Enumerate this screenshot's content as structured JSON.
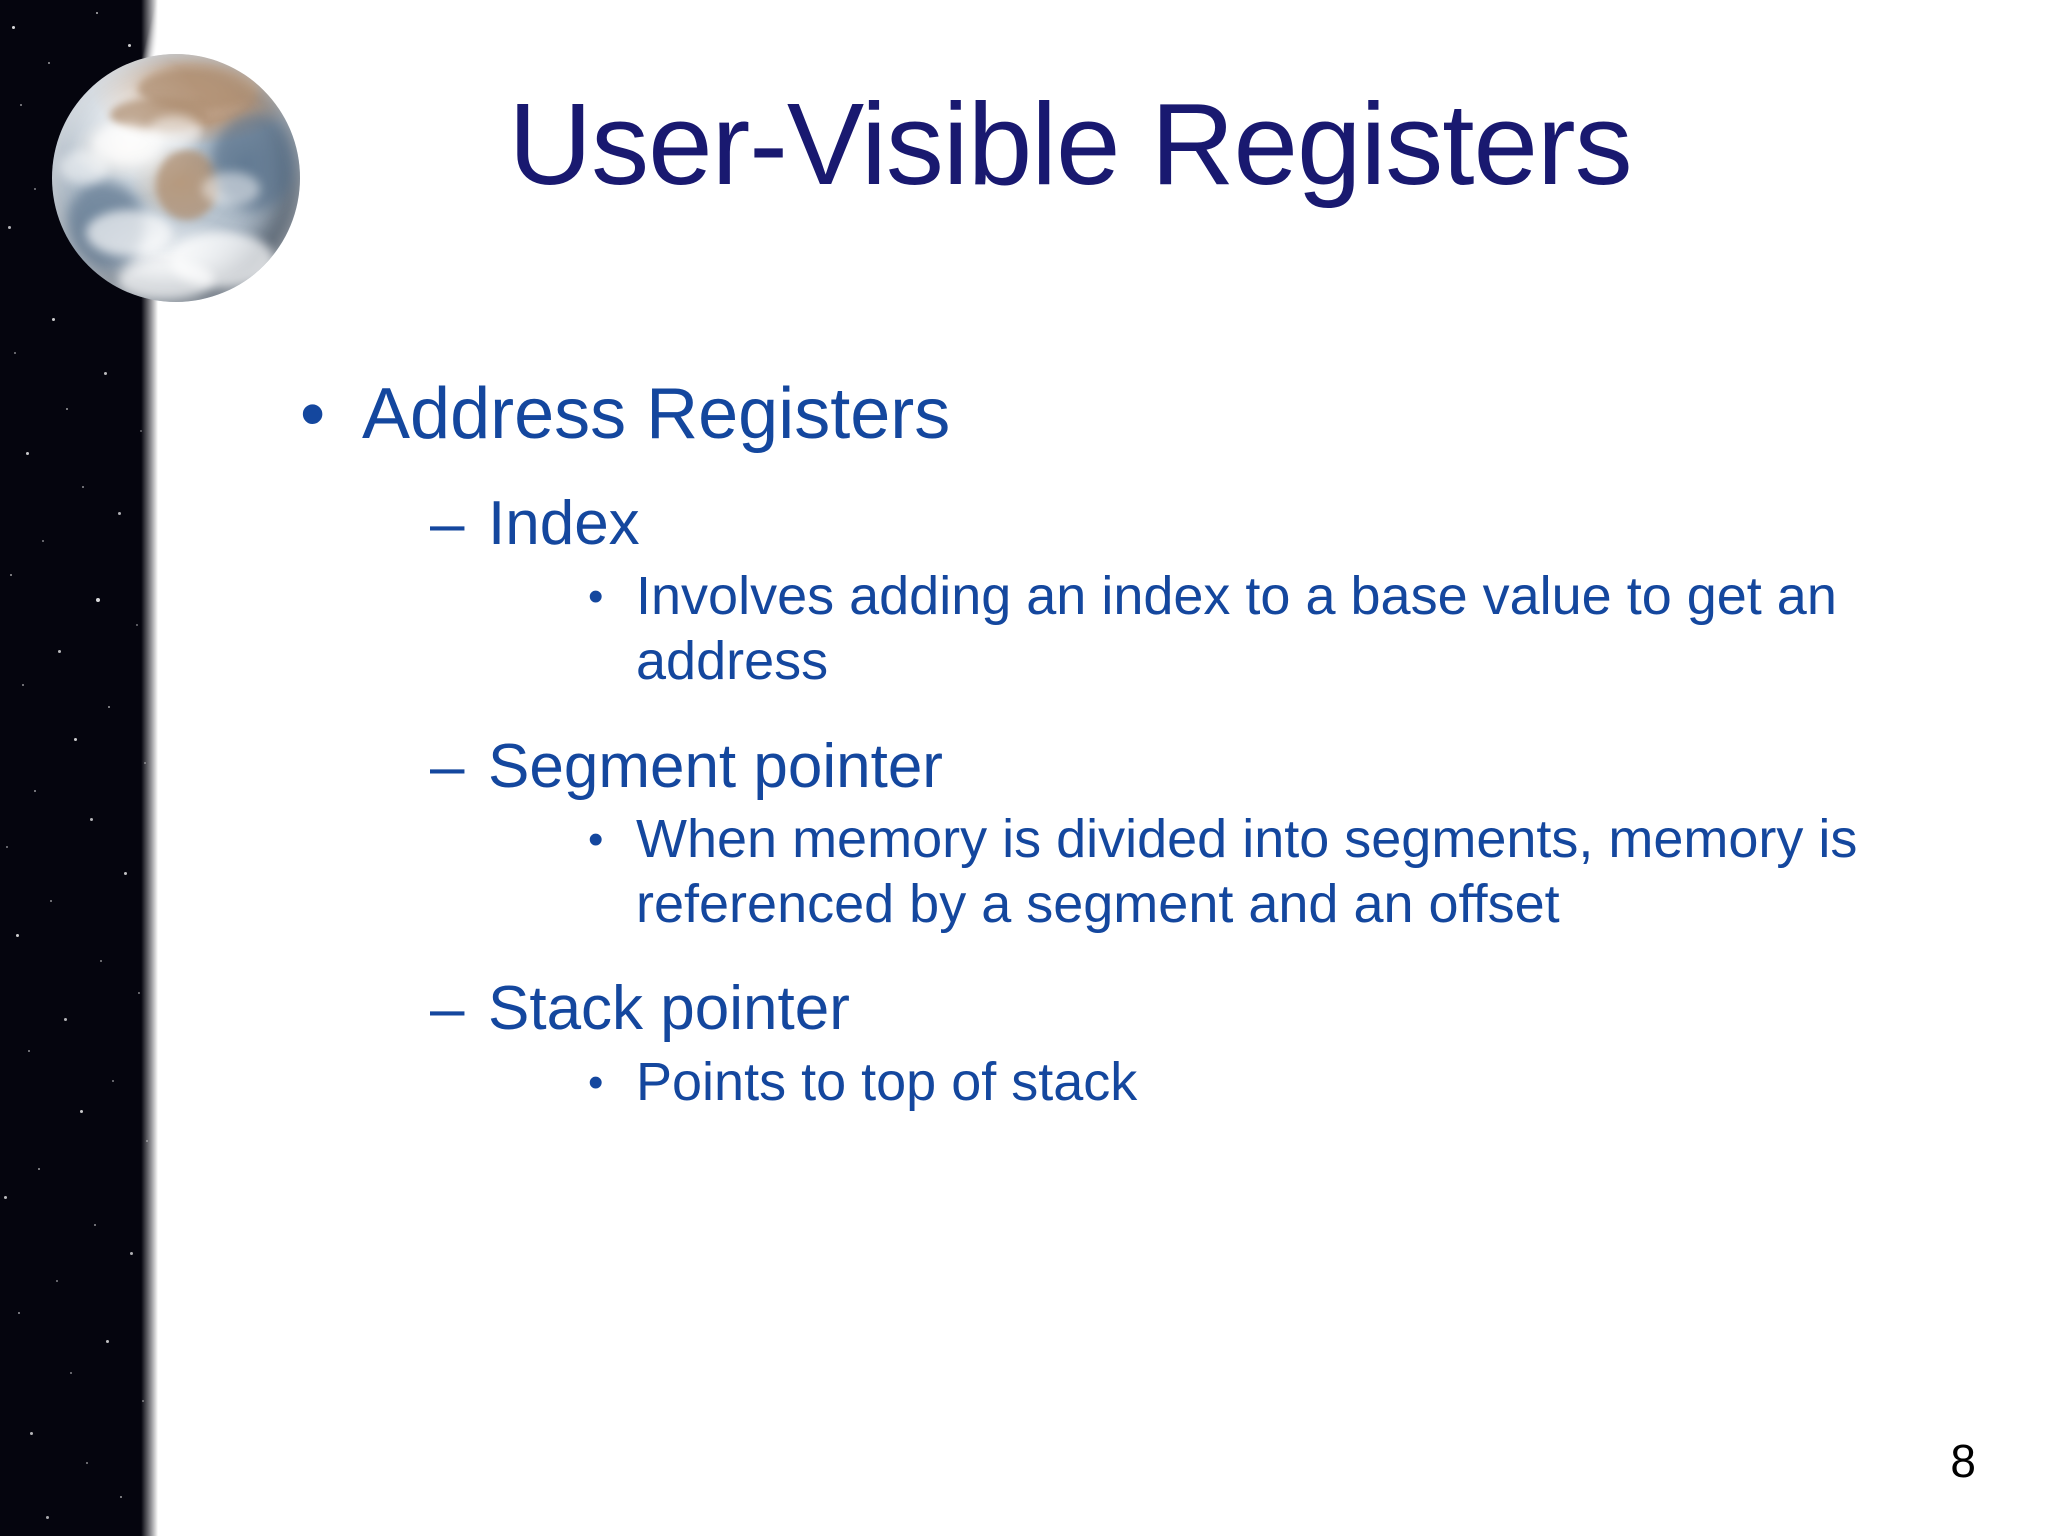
{
  "slide": {
    "title": "User-Visible Registers",
    "page_number": "8",
    "title_color": "#191970",
    "body_color": "#14479E",
    "background_color": "#FFFFFF"
  },
  "decor": {
    "starfield_name": "starfield-strip",
    "starfield_color": "#05050E",
    "globe_name": "earth-globe-image"
  },
  "bullets": {
    "l1_marker": "•",
    "l2_marker": "–",
    "l3_marker": "•",
    "items": [
      {
        "level": 1,
        "text": "Address Registers"
      },
      {
        "level": 2,
        "text": "Index"
      },
      {
        "level": 3,
        "text": "Involves adding an index to a base value to get an address"
      },
      {
        "level": 2,
        "text": "Segment pointer"
      },
      {
        "level": 3,
        "text": "When memory is divided into segments, memory is referenced by a segment and an offset"
      },
      {
        "level": 2,
        "text": "Stack pointer"
      },
      {
        "level": 3,
        "text": "Points to top of stack"
      }
    ]
  }
}
